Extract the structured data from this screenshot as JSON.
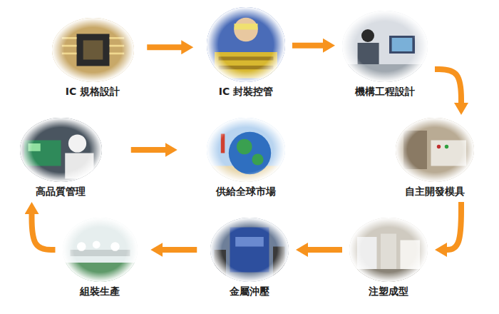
{
  "diagram": {
    "nodes": [
      {
        "text": [
          "IC 規格設計"
        ]
      },
      {
        "text": [
          "IC 封裝控管"
        ]
      },
      {
        "text": [
          "機構工程設計"
        ]
      },
      {
        "text": [
          "自主開發模具"
        ]
      },
      {
        "text": [
          "注塑成型"
        ]
      },
      {
        "text": [
          "金屬沖壓"
        ]
      },
      {
        "text": [
          "組裝生產"
        ]
      },
      {
        "text": [
          "高品質管理"
        ]
      },
      {
        "text": [
          "供給全球市場"
        ]
      }
    ],
    "edges": [
      {
        "from": 0,
        "to": 1,
        "arrow": "to"
      },
      {
        "from": 1,
        "to": 2,
        "arrow": "to"
      },
      {
        "from": 2,
        "to": 3,
        "arrow": "to"
      },
      {
        "from": 3,
        "to": 4,
        "arrow": "to"
      },
      {
        "from": 4,
        "to": 5,
        "arrow": "to"
      },
      {
        "from": 5,
        "to": 6,
        "arrow": "to"
      },
      {
        "from": 6,
        "to": 7,
        "arrow": "to"
      },
      {
        "from": 7,
        "to": 8,
        "arrow": "to"
      }
    ]
  }
}
